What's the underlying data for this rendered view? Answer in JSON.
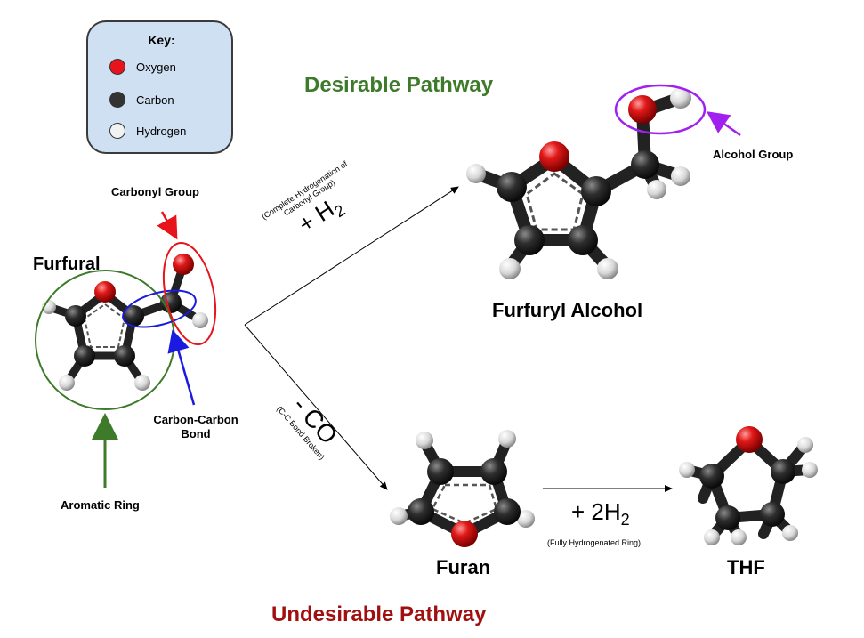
{
  "key": {
    "title": "Key:",
    "items": [
      {
        "label": "Oxygen",
        "color": "#e8141b"
      },
      {
        "label": "Carbon",
        "color": "#333333"
      },
      {
        "label": "Hydrogen",
        "color": "#f2f2f2"
      }
    ]
  },
  "pathways": {
    "desirable": {
      "label": "Desirable Pathway",
      "color": "#3d7a2a"
    },
    "undesirable": {
      "label": "Undesirable Pathway",
      "color": "#a01010"
    }
  },
  "molecules": {
    "furfural": "Furfural",
    "furfuryl_alcohol": "Furfuryl Alcohol",
    "furan": "Furan",
    "thf": "THF"
  },
  "annotations": {
    "carbonyl_group": "Carbonyl Group",
    "carbon_carbon_bond_line1": "Carbon-Carbon",
    "carbon_carbon_bond_line2": "Bond",
    "aromatic_ring": "Aromatic Ring",
    "alcohol_group": "Alcohol Group"
  },
  "reactions": {
    "hydrogenation_reagent": "+ H",
    "hydrogenation_sub": "2",
    "hydrogenation_note_line1": "(Complete Hydrogenation of",
    "hydrogenation_note_line2": "Carbonyl Group)",
    "decarbonylation_reagent": "- CO",
    "decarbonylation_note": "(C-C Bond Broken)",
    "ring_hydrogenation_reagent": "+ 2H",
    "ring_hydrogenation_sub": "2",
    "ring_hydrogenation_note": "(Fully Hydrogenated Ring)"
  }
}
